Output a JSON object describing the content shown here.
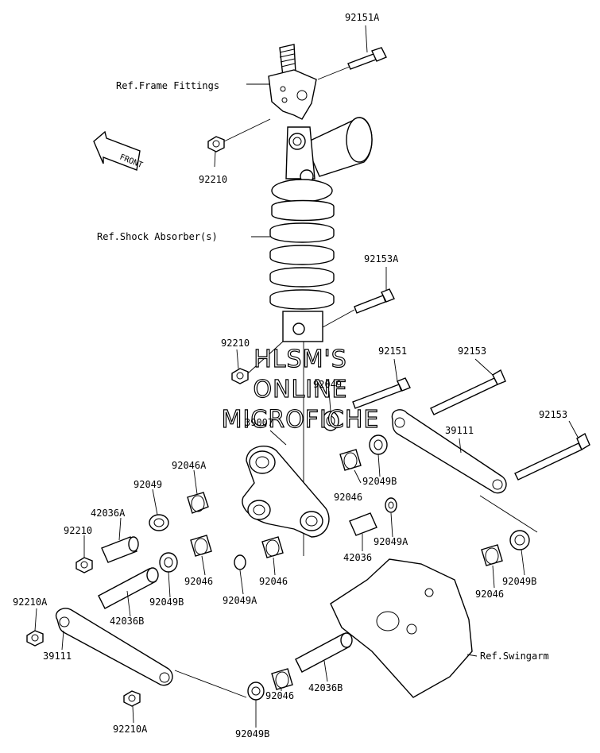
{
  "labels": {
    "p92151A": "92151A",
    "frame_fittings": "Ref.Frame Fittings",
    "front": "FRONT",
    "p92210_top": "92210",
    "shock_absorber": "Ref.Shock Absorber(s)",
    "p92153A": "92153A",
    "p92210_mid": "92210",
    "p92151": "92151",
    "p92153_a": "92153",
    "p92153_b": "92153",
    "p92049_top": "92049",
    "p39007": "39007",
    "p39111_right": "39111",
    "p92046A": "92046A",
    "p92049_left": "92049",
    "p92049B_mid": "92049B",
    "p92046_mid": "92046",
    "p42036A": "42036A",
    "p92210_left": "92210",
    "p42036": "42036",
    "p92049A_right": "92049A",
    "p92046_a": "92046",
    "p92046_b": "92046",
    "p92049A_bottom": "92049A",
    "p92049B_left": "92049B",
    "p42036B_left": "42036B",
    "p92046_right": "92046",
    "p92049B_right": "92049B",
    "p92210A_top": "92210A",
    "p39111_left": "39111",
    "swingarm": "Ref.Swingarm",
    "p42036B_bottom": "42036B",
    "p92046_bottom": "92046",
    "p92210A_bottom": "92210A",
    "p92049B_bottom": "92049B"
  },
  "watermark": {
    "line1": "HLSM'S",
    "line2": "ONLINE",
    "line3": "MICROFICHE"
  }
}
